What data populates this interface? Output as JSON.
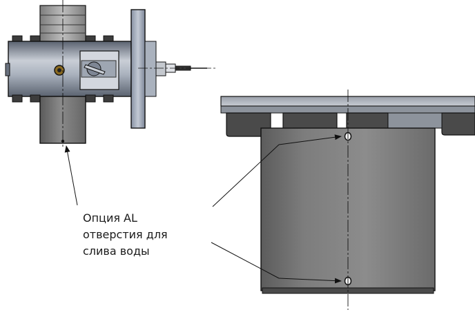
{
  "callout": {
    "line1": "Опция AL",
    "line2": "отверстия для",
    "line3": "слива воды"
  },
  "colors": {
    "steel_dark": "#4a4a4a",
    "steel_mid": "#7a7a7a",
    "steel_light": "#b8bcc4",
    "flange_blue": "#9aa6b8",
    "outline": "#111111"
  }
}
